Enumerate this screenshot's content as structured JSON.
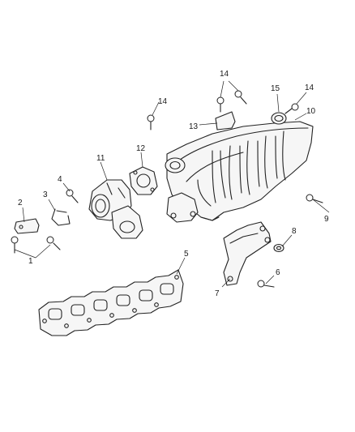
{
  "diagram": {
    "callouts": [
      {
        "id": "c1",
        "text": "1"
      },
      {
        "id": "c2",
        "text": "2"
      },
      {
        "id": "c3",
        "text": "3"
      },
      {
        "id": "c4",
        "text": "4"
      },
      {
        "id": "c5",
        "text": "5"
      },
      {
        "id": "c6",
        "text": "6"
      },
      {
        "id": "c7",
        "text": "7"
      },
      {
        "id": "c8",
        "text": "8"
      },
      {
        "id": "c9",
        "text": "9"
      },
      {
        "id": "c10",
        "text": "10"
      },
      {
        "id": "c11",
        "text": "11"
      },
      {
        "id": "c12",
        "text": "12"
      },
      {
        "id": "c13",
        "text": "13"
      },
      {
        "id": "c14a",
        "text": "14"
      },
      {
        "id": "c14b",
        "text": "14"
      },
      {
        "id": "c14c",
        "text": "14"
      },
      {
        "id": "c15",
        "text": "15"
      }
    ]
  }
}
